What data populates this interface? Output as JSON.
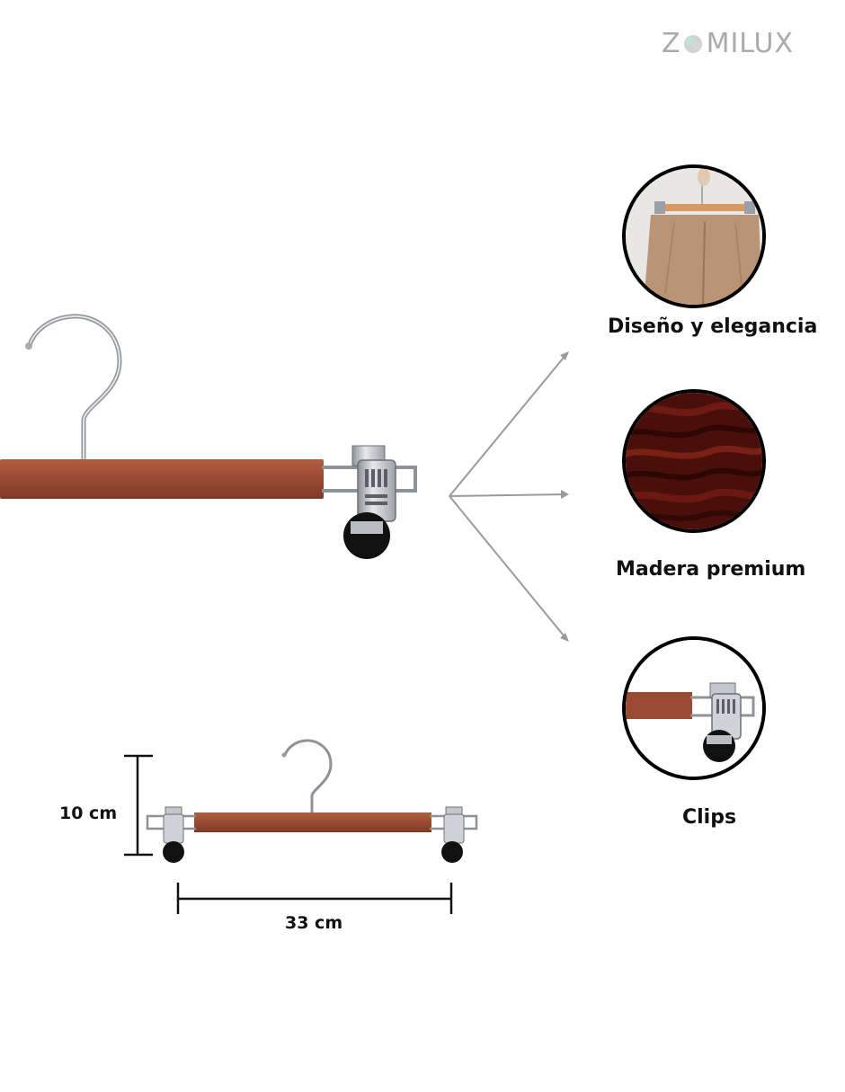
{
  "brand": {
    "name_left": "Z",
    "name_right": "MILUX",
    "color": "#a9aaab",
    "logo_icon": "globe-o-icon"
  },
  "features": [
    {
      "label": "Diseño y elegancia",
      "icon": "hanging-pants-photo"
    },
    {
      "label": "Madera premium",
      "icon": "wood-grain-photo"
    },
    {
      "label": "Clips",
      "icon": "clip-closeup-photo"
    }
  ],
  "dimensions": {
    "height_label": "10 cm",
    "width_label": "33 cm"
  },
  "colors": {
    "wood": "#9a4a33",
    "wood_dark": "#4a0f0a",
    "chrome": "#b8bcc2",
    "rubber": "#111111",
    "arrow": "#9a9a9a"
  }
}
